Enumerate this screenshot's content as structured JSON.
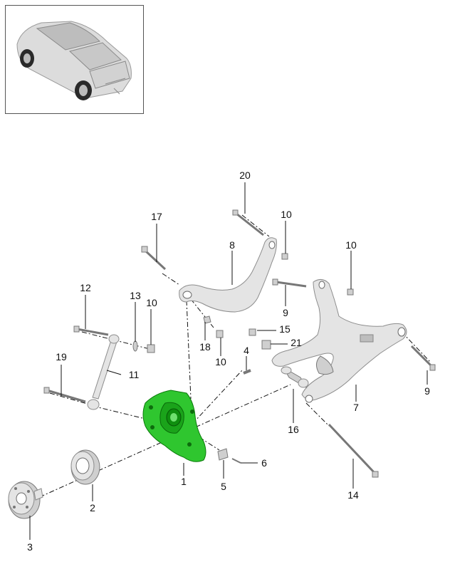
{
  "thumbnail": {
    "icon": "vehicle-suv-icon",
    "description_icon": "car-thumbnail-icon"
  },
  "callouts": {
    "c1": "1",
    "c2": "2",
    "c3": "3",
    "c4": "4",
    "c5": "5",
    "c6": "6",
    "c7": "7",
    "c8": "8",
    "c9a": "9",
    "c9b": "9",
    "c10a": "10",
    "c10b": "10",
    "c10c": "10",
    "c10d": "10",
    "c11": "11",
    "c12": "12",
    "c13": "13",
    "c14": "14",
    "c15": "15",
    "c16": "16",
    "c17": "17",
    "c18": "18",
    "c19": "19",
    "c20": "20",
    "c21": "21"
  },
  "colors": {
    "highlight_part": "#2fc62f",
    "parts": "#e4e4e4",
    "lines": "#111111"
  }
}
